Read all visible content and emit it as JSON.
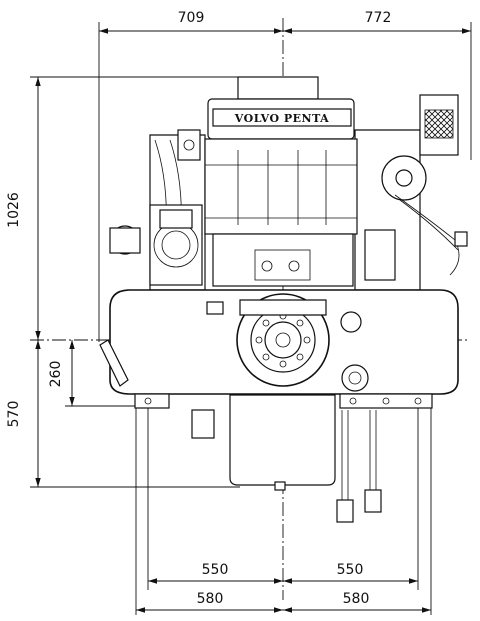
{
  "brand_label": "VOLVO PENTA",
  "dimensions": {
    "top_left_width": "709",
    "top_right_width": "772",
    "total_height": "1026",
    "lower_height": "570",
    "mount_height": "260",
    "inner_left_550": "550",
    "inner_right_550": "550",
    "outer_left_580": "580",
    "outer_right_580": "580"
  }
}
